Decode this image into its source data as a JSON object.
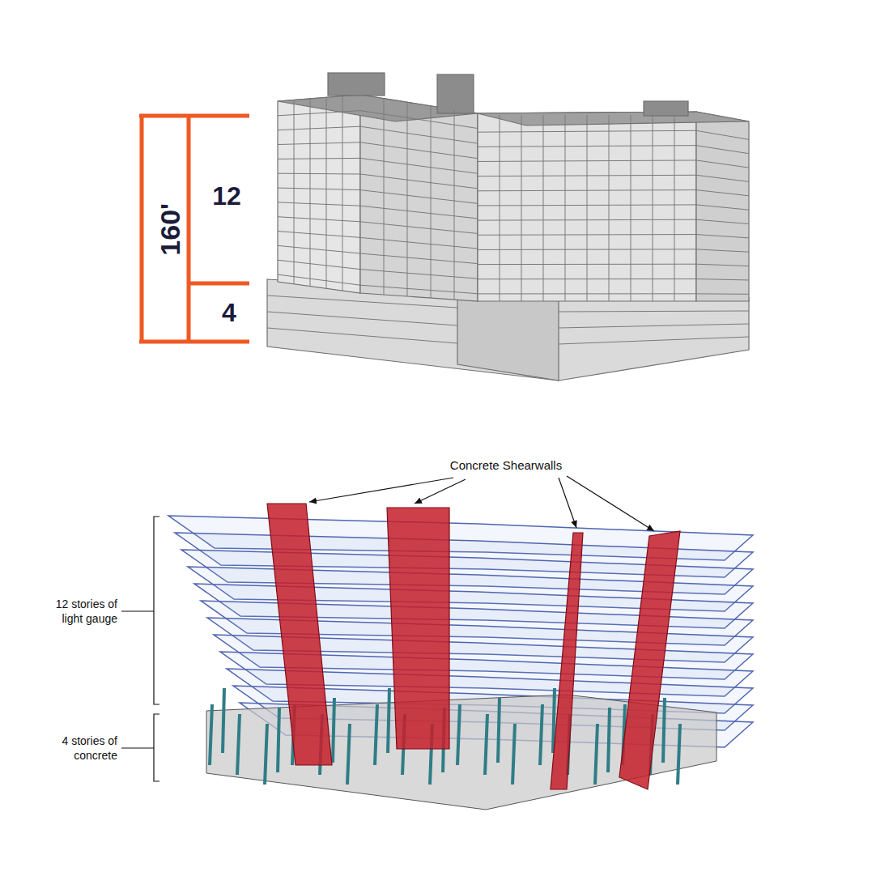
{
  "diagram": {
    "labels": [
      "160'",
      "12",
      "4",
      "Concrete Shearwalls",
      "12 stories of light gauge",
      "4 stories of concrete"
    ]
  }
}
